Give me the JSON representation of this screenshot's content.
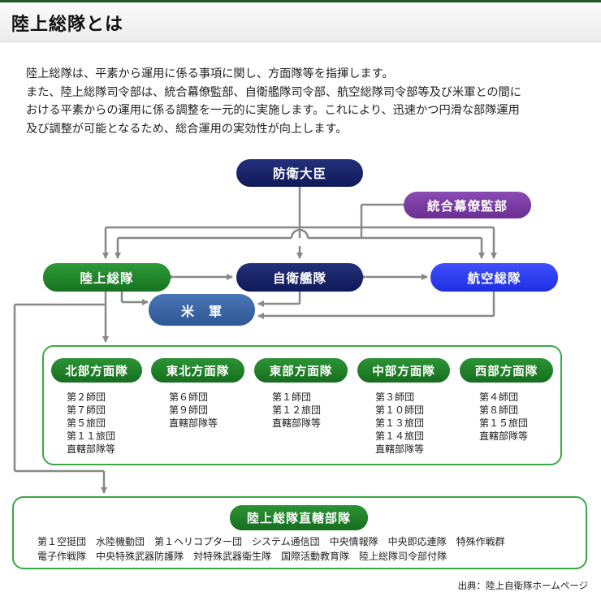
{
  "page_title": "陸上総隊とは",
  "intro": [
    "陸上総隊は、平素から運用に係る事項に関し、方面隊等を指揮します。",
    "また、陸上総隊司令部は、統合幕僚監部、自衛艦隊司令部、航空総隊司令部等及び米軍との間に",
    "おける平素からの運用に係る調整を一元的に実施します。これにより、迅速かつ円滑な部隊運用",
    "及び調整が可能となるため、総合運用の実効性が向上します。"
  ],
  "org": {
    "minister": "防衛大臣",
    "joint_staff": "統合幕僚監部",
    "gsdf_command": "陸上総隊",
    "self_defense_fleet": "自衛艦隊",
    "air_defense_command": "航空総隊",
    "us_forces": "米　軍"
  },
  "armies": [
    {
      "name": "北部方面隊",
      "units": [
        "第２師団",
        "第７師団",
        "第５旅団",
        "第１１旅団",
        "直轄部隊等"
      ]
    },
    {
      "name": "東北方面隊",
      "units": [
        "第６師団",
        "第９師団",
        "直轄部隊等"
      ]
    },
    {
      "name": "東部方面隊",
      "units": [
        "第１師団",
        "第１２旅団",
        "直轄部隊等"
      ]
    },
    {
      "name": "中部方面隊",
      "units": [
        "第３師団",
        "第１０師団",
        "第１３旅団",
        "第１４旅団",
        "直轄部隊等"
      ]
    },
    {
      "name": "西部方面隊",
      "units": [
        "第４師団",
        "第８師団",
        "第１５旅団",
        "直轄部隊等"
      ]
    }
  ],
  "direct_units": {
    "title": "陸上総隊直轄部隊",
    "row1": "第１空挺団　水陸機動団　第１ヘリコプター団　システム通信団　中央情報隊　中央即応連隊　特殊作戦群",
    "row2": "電子作戦隊　中央特殊武器防護隊　対特殊武器衛生隊　国際活動教育隊　陸上総隊司令部付隊"
  },
  "source": "出典：陸上自衛隊ホームページ",
  "colors": {
    "green": "#1e7d28",
    "navy": "#14206a",
    "purple": "#7a3ba3",
    "blue": "#2a3cf0",
    "steel": "#3d68a8",
    "line": "#888888"
  }
}
